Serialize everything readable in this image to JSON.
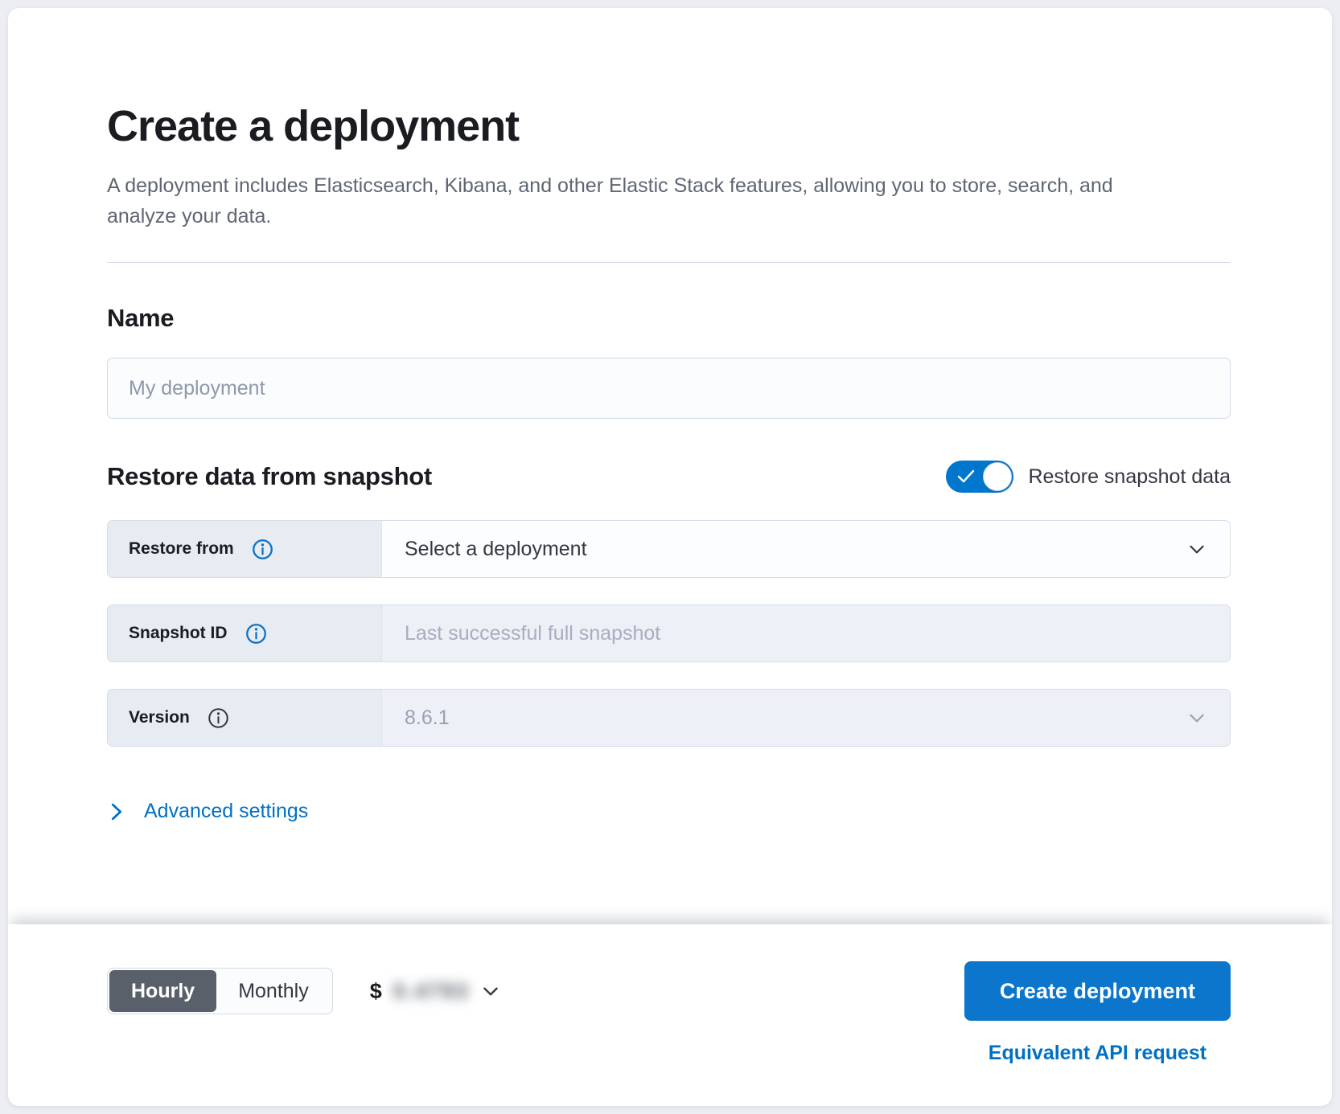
{
  "header": {
    "title": "Create a deployment",
    "subtitle": "A deployment includes Elasticsearch, Kibana, and other Elastic Stack features, allowing you to store, search, and analyze your data."
  },
  "name_section": {
    "heading": "Name",
    "placeholder": "My deployment"
  },
  "snapshot_section": {
    "heading": "Restore data from snapshot",
    "toggle_label": "Restore snapshot data",
    "toggle_state": "on",
    "restore_from": {
      "label": "Restore from",
      "value": "Select a deployment"
    },
    "snapshot_id": {
      "label": "Snapshot ID",
      "placeholder": "Last successful full snapshot"
    },
    "version": {
      "label": "Version",
      "value": "8.6.1"
    }
  },
  "advanced_settings": {
    "label": "Advanced settings"
  },
  "footer": {
    "billing": {
      "hourly": "Hourly",
      "monthly": "Monthly",
      "selected": "Hourly"
    },
    "price": {
      "currency": "$",
      "value": "0.4793",
      "obscured": true
    },
    "create_button": "Create deployment",
    "api_link": "Equivalent API request"
  },
  "colors": {
    "primary_blue": "#0077cc",
    "link_blue": "#0071c2",
    "selected_segment_gray": "#5a6069",
    "panel_white": "#ffffff",
    "page_background": "#eceef3"
  }
}
